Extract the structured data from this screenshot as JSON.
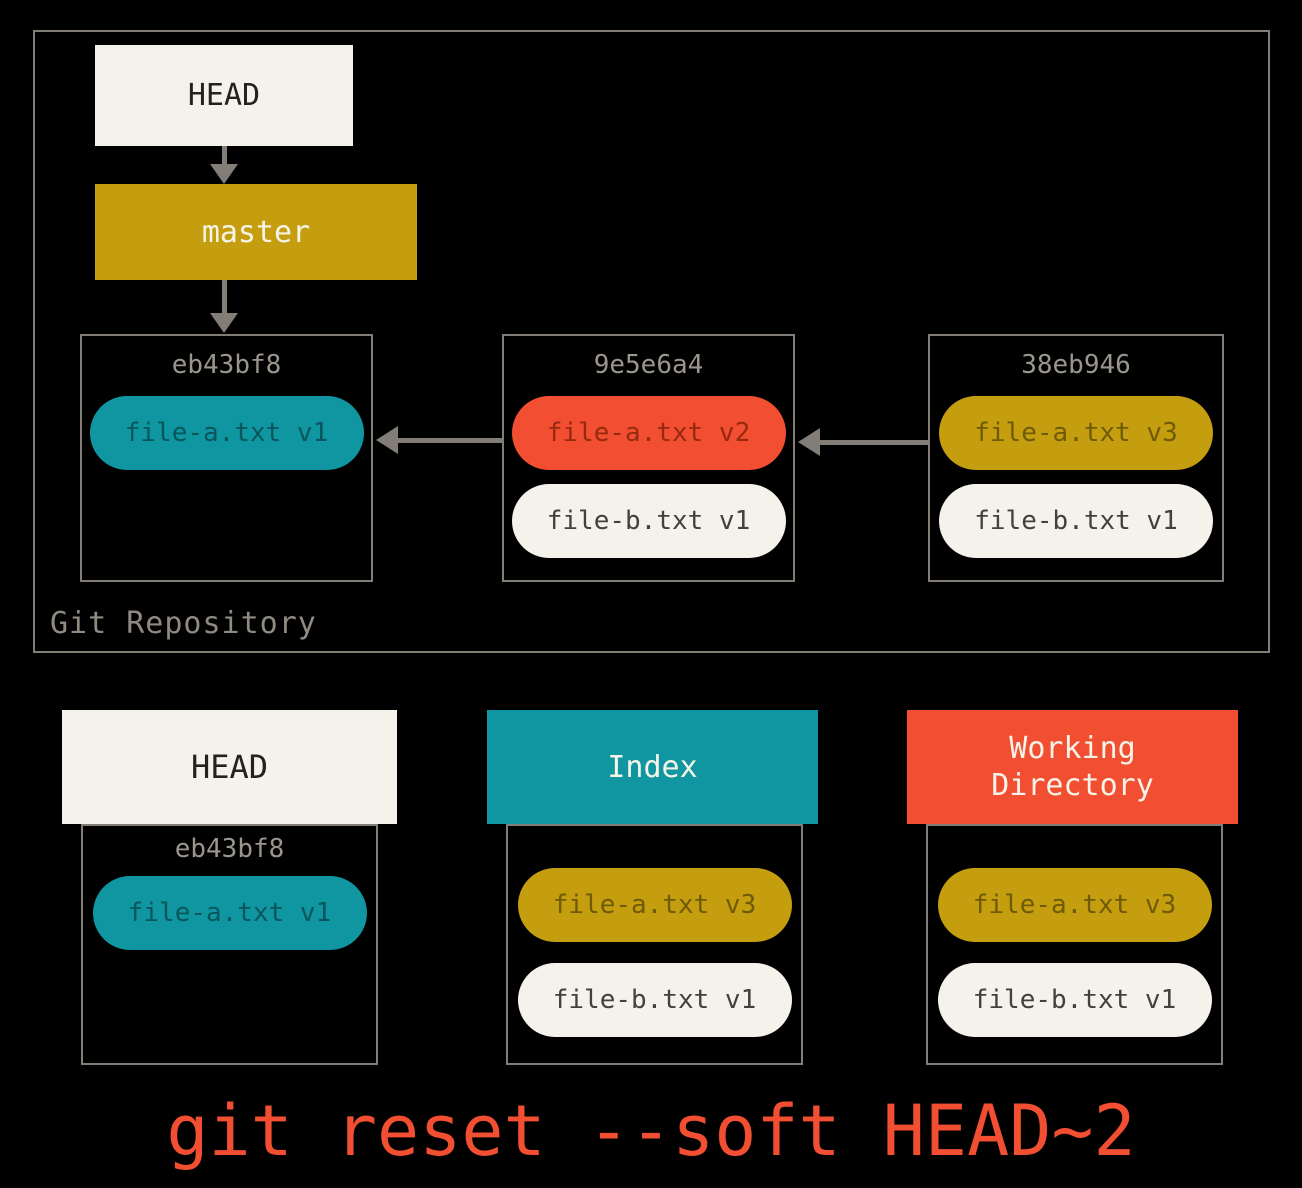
{
  "colors": {
    "background": "#000000",
    "teal": "#0f96a0",
    "red": "#f14e32",
    "gold": "#c49e0e",
    "offwhite": "#f4f2ea",
    "border_gray": "#827d76",
    "muted_text": "#9a958d"
  },
  "repository": {
    "label": "Git Repository",
    "head_ref": "HEAD",
    "branch": "master",
    "commits": [
      {
        "id": "eb43bf8",
        "files": [
          {
            "label": "file-a.txt v1",
            "color": "teal"
          }
        ]
      },
      {
        "id": "9e5e6a4",
        "files": [
          {
            "label": "file-a.txt v2",
            "color": "red"
          },
          {
            "label": "file-b.txt v1",
            "color": "offwhite"
          }
        ]
      },
      {
        "id": "38eb946",
        "files": [
          {
            "label": "file-a.txt v3",
            "color": "gold"
          },
          {
            "label": "file-b.txt v1",
            "color": "offwhite"
          }
        ]
      }
    ]
  },
  "areas": [
    {
      "title": "HEAD",
      "commit_id": "eb43bf8",
      "files": [
        {
          "label": "file-a.txt v1",
          "color": "teal"
        }
      ]
    },
    {
      "title": "Index",
      "files": [
        {
          "label": "file-a.txt v3",
          "color": "gold"
        },
        {
          "label": "file-b.txt v1",
          "color": "offwhite"
        }
      ]
    },
    {
      "title": "Working Directory",
      "files": [
        {
          "label": "file-a.txt v3",
          "color": "gold"
        },
        {
          "label": "file-b.txt v1",
          "color": "offwhite"
        }
      ]
    }
  ],
  "caption": "git reset --soft HEAD~2"
}
